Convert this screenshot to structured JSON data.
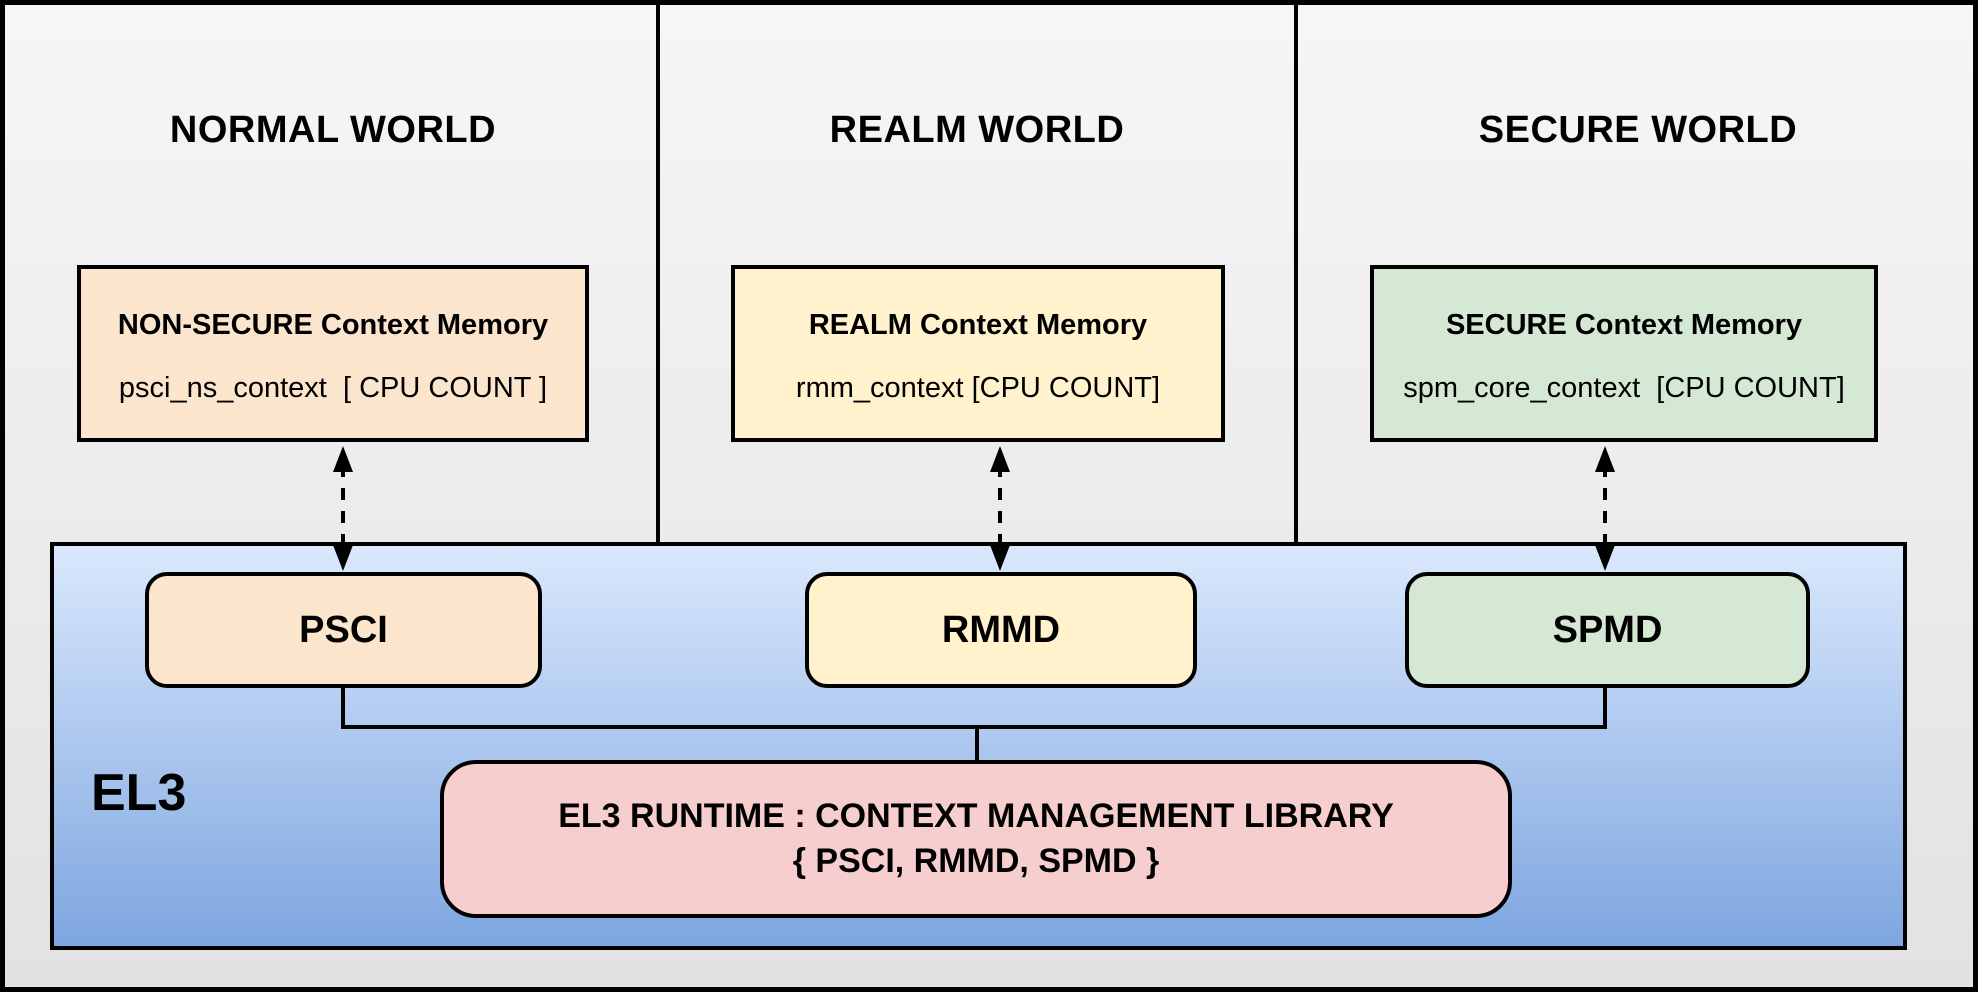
{
  "worlds": [
    {
      "title": "NORMAL WORLD",
      "memory": {
        "title": "NON-SECURE Context Memory",
        "subtitle": "psci_ns_context  [ CPU COUNT ]"
      },
      "component": "PSCI",
      "color": "#FCE5CD"
    },
    {
      "title": "REALM WORLD",
      "memory": {
        "title": "REALM Context Memory",
        "subtitle": "rmm_context [CPU COUNT]"
      },
      "component": "RMMD",
      "color": "#FFF2CC"
    },
    {
      "title": "SECURE WORLD",
      "memory": {
        "title": "SECURE Context Memory",
        "subtitle": "spm_core_context  [CPU COUNT]"
      },
      "component": "SPMD",
      "color": "#D5E8D4"
    }
  ],
  "el3": {
    "label": "EL3",
    "runtime": {
      "line1": "EL3 RUNTIME : CONTEXT MANAGEMENT LIBRARY",
      "line2": "{ PSCI, RMMD, SPMD }",
      "color": "#F6CECE"
    },
    "background_top": "#DAE8FC",
    "background_bottom": "#7EA6E0"
  },
  "colors": {
    "line": "#000000",
    "panel_background": "#F2F2F2"
  }
}
